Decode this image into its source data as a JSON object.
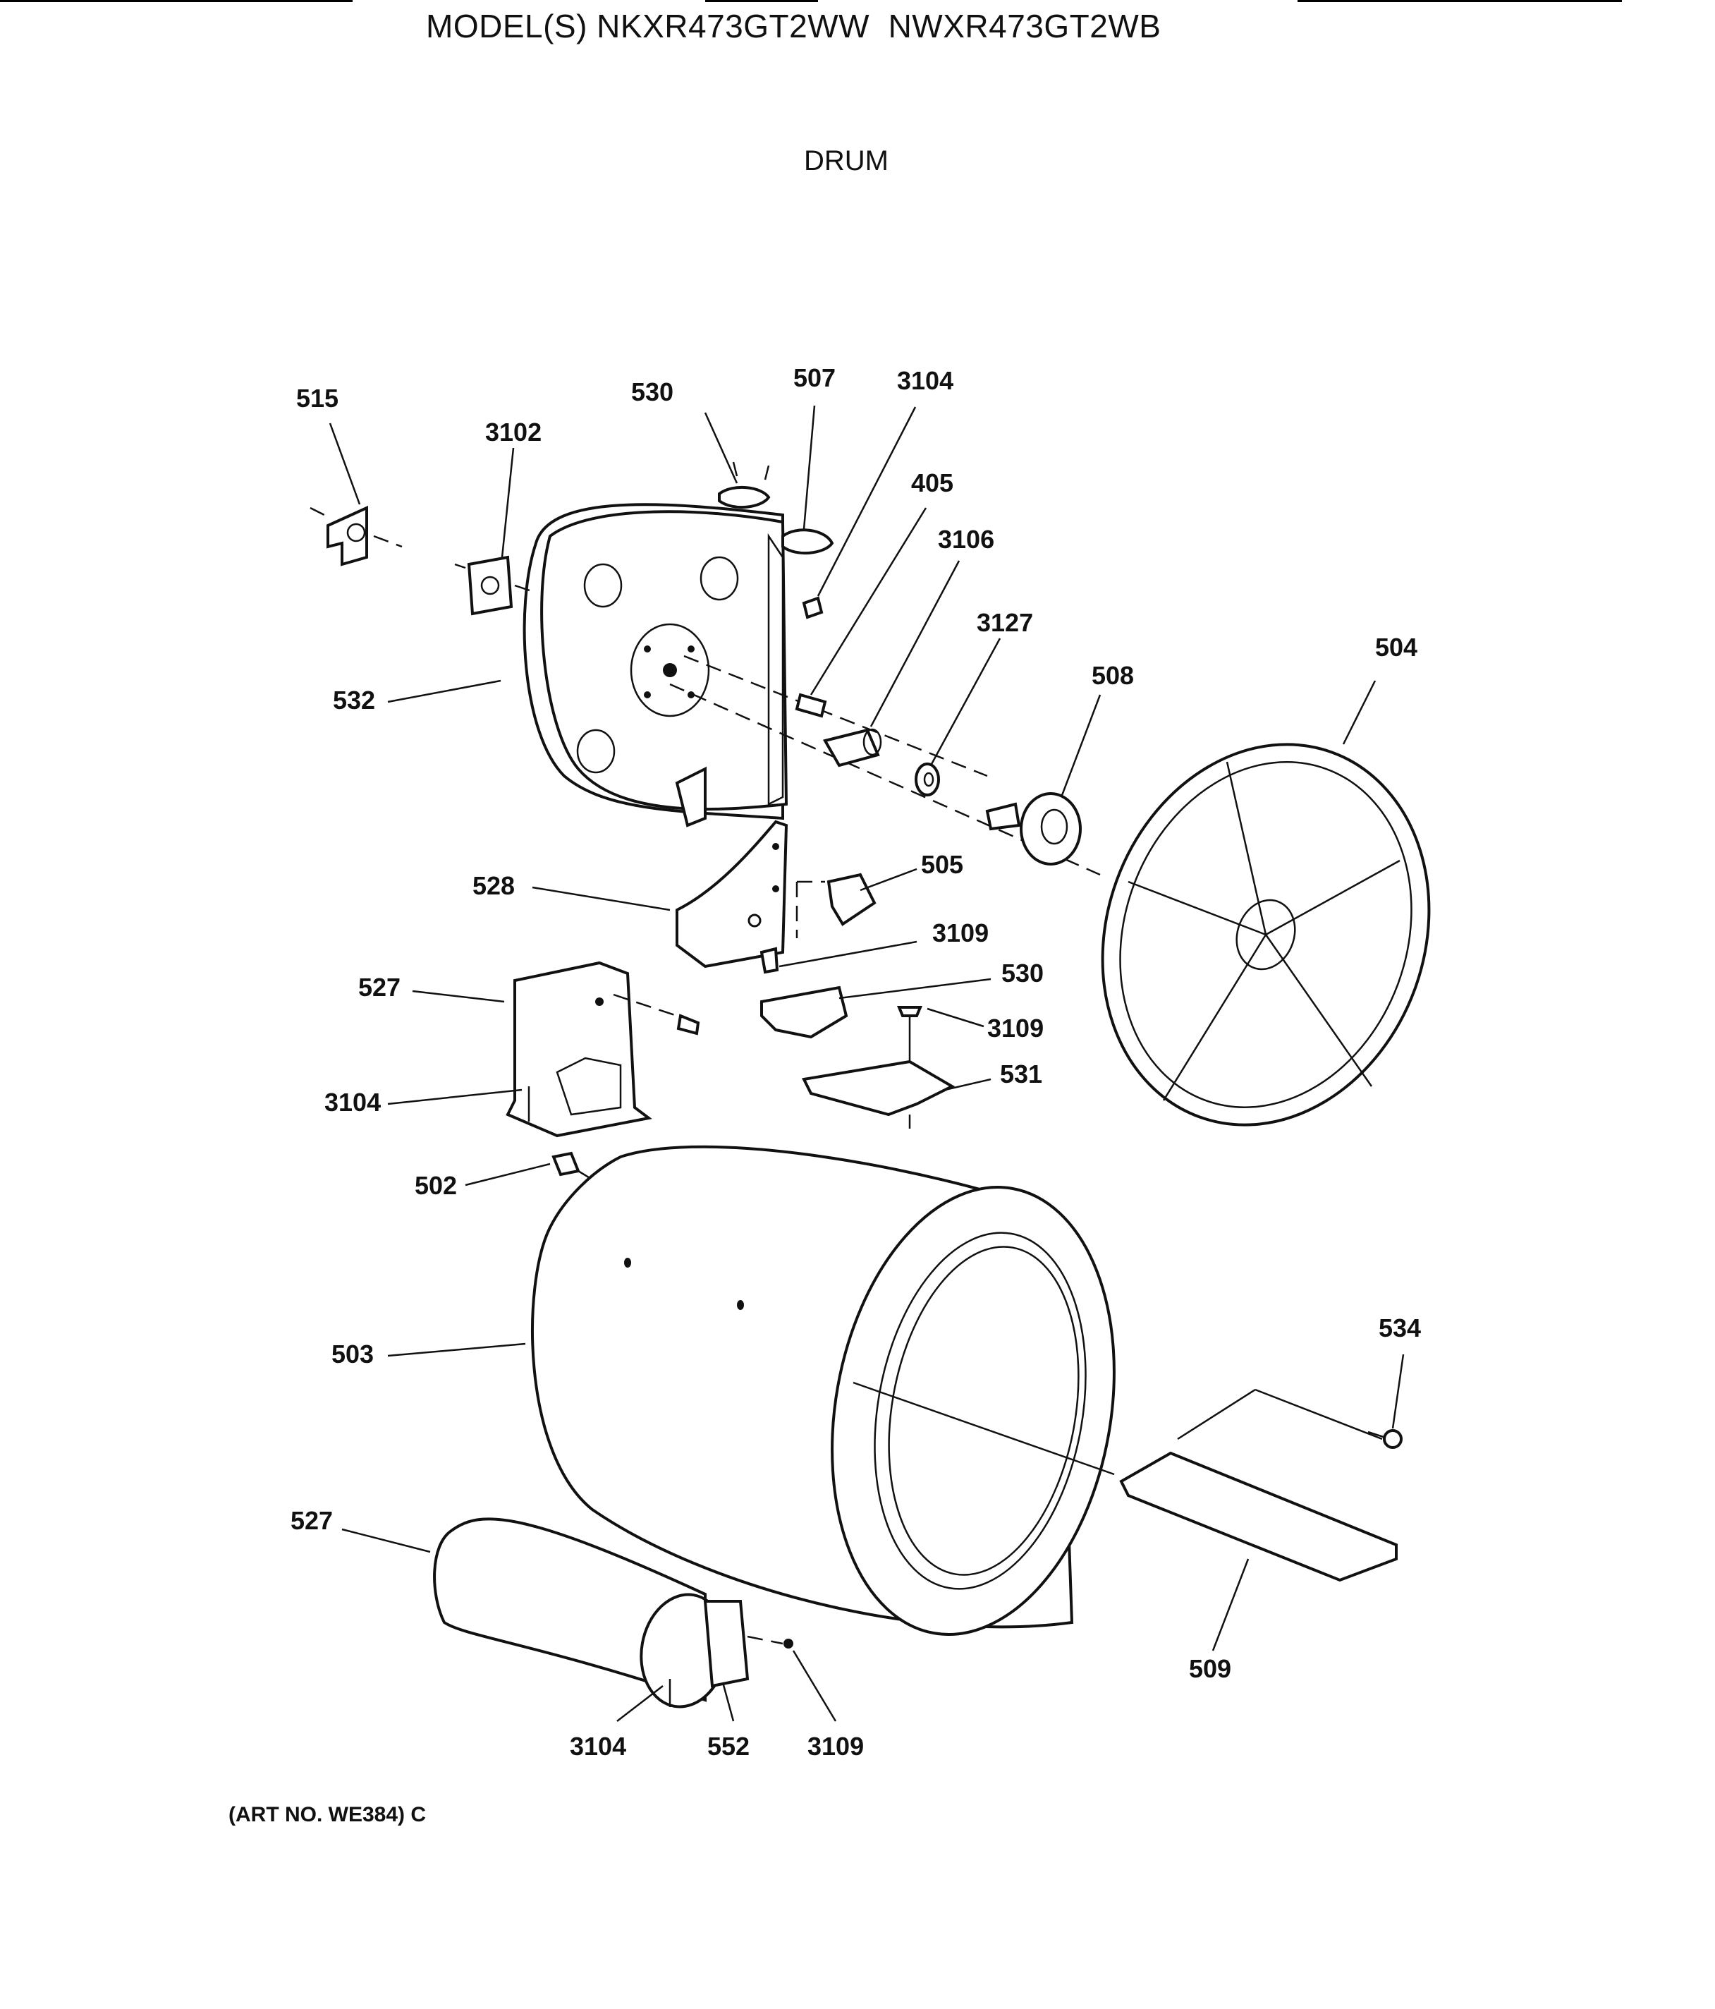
{
  "header": {
    "models": "MODEL(S) NKXR473GT2WW  NWXR473GT2WB",
    "section": "DRUM"
  },
  "footer": {
    "art_number": "(ART NO. WE384) C"
  },
  "callouts": [
    {
      "id": "c515",
      "text": "515"
    },
    {
      "id": "c3102",
      "text": "3102"
    },
    {
      "id": "c530a",
      "text": "530"
    },
    {
      "id": "c507",
      "text": "507"
    },
    {
      "id": "c3104a",
      "text": "3104"
    },
    {
      "id": "c405",
      "text": "405"
    },
    {
      "id": "c3106",
      "text": "3106"
    },
    {
      "id": "c3127",
      "text": "3127"
    },
    {
      "id": "c508",
      "text": "508"
    },
    {
      "id": "c504",
      "text": "504"
    },
    {
      "id": "c532",
      "text": "532"
    },
    {
      "id": "c528",
      "text": "528"
    },
    {
      "id": "c505",
      "text": "505"
    },
    {
      "id": "c3109a",
      "text": "3109"
    },
    {
      "id": "c527a",
      "text": "527"
    },
    {
      "id": "c530b",
      "text": "530"
    },
    {
      "id": "c3109b",
      "text": "3109"
    },
    {
      "id": "c3104b",
      "text": "3104"
    },
    {
      "id": "c531",
      "text": "531"
    },
    {
      "id": "c502",
      "text": "502"
    },
    {
      "id": "c503",
      "text": "503"
    },
    {
      "id": "c534",
      "text": "534"
    },
    {
      "id": "c527b",
      "text": "527"
    },
    {
      "id": "c509",
      "text": "509"
    },
    {
      "id": "c3104c",
      "text": "3104"
    },
    {
      "id": "c552",
      "text": "552"
    },
    {
      "id": "c3109c",
      "text": "3109"
    }
  ]
}
